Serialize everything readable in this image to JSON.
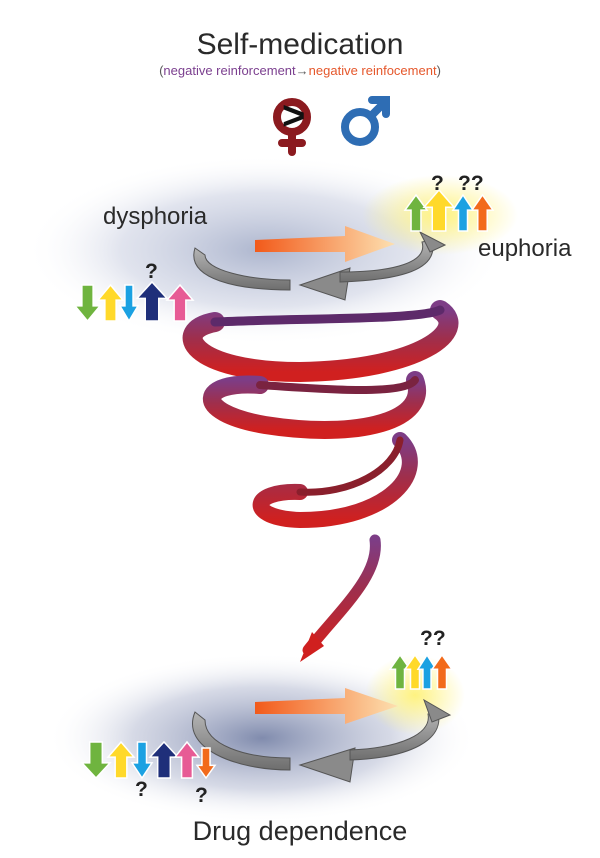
{
  "title": "Self-medication",
  "subtitle": {
    "open": "(",
    "part1": "negative reinforcement",
    "arrow": "→",
    "part2": "negative reinfocement",
    "close": ")"
  },
  "comparison": {
    "female_symbol": "♀",
    "operator": ">",
    "male_symbol": "♂",
    "female_color": "#8b1a1f",
    "male_color": "#2e6db4"
  },
  "top_cycle": {
    "left_state": "dysphoria",
    "right_state": "euphoria",
    "left_question": "?",
    "right_questions": [
      "?",
      "??"
    ]
  },
  "bottom_cycle": {
    "label": "Drug dependence",
    "top_questions": "??",
    "bottom_questions": [
      "?",
      "?"
    ]
  },
  "colors": {
    "green": "#6fb43f",
    "yellow": "#ffd92a",
    "cyan": "#1ba1e2",
    "navy": "#1f2f7a",
    "pink": "#e75b95",
    "orange": "#f26a1b",
    "spiral_top": "#7d3d86",
    "spiral_bottom": "#c0222a",
    "ring_gray": "#8e8e8e"
  },
  "icons": [
    "female-symbol-icon",
    "male-symbol-icon",
    "arrow-up-icon",
    "arrow-down-icon"
  ]
}
